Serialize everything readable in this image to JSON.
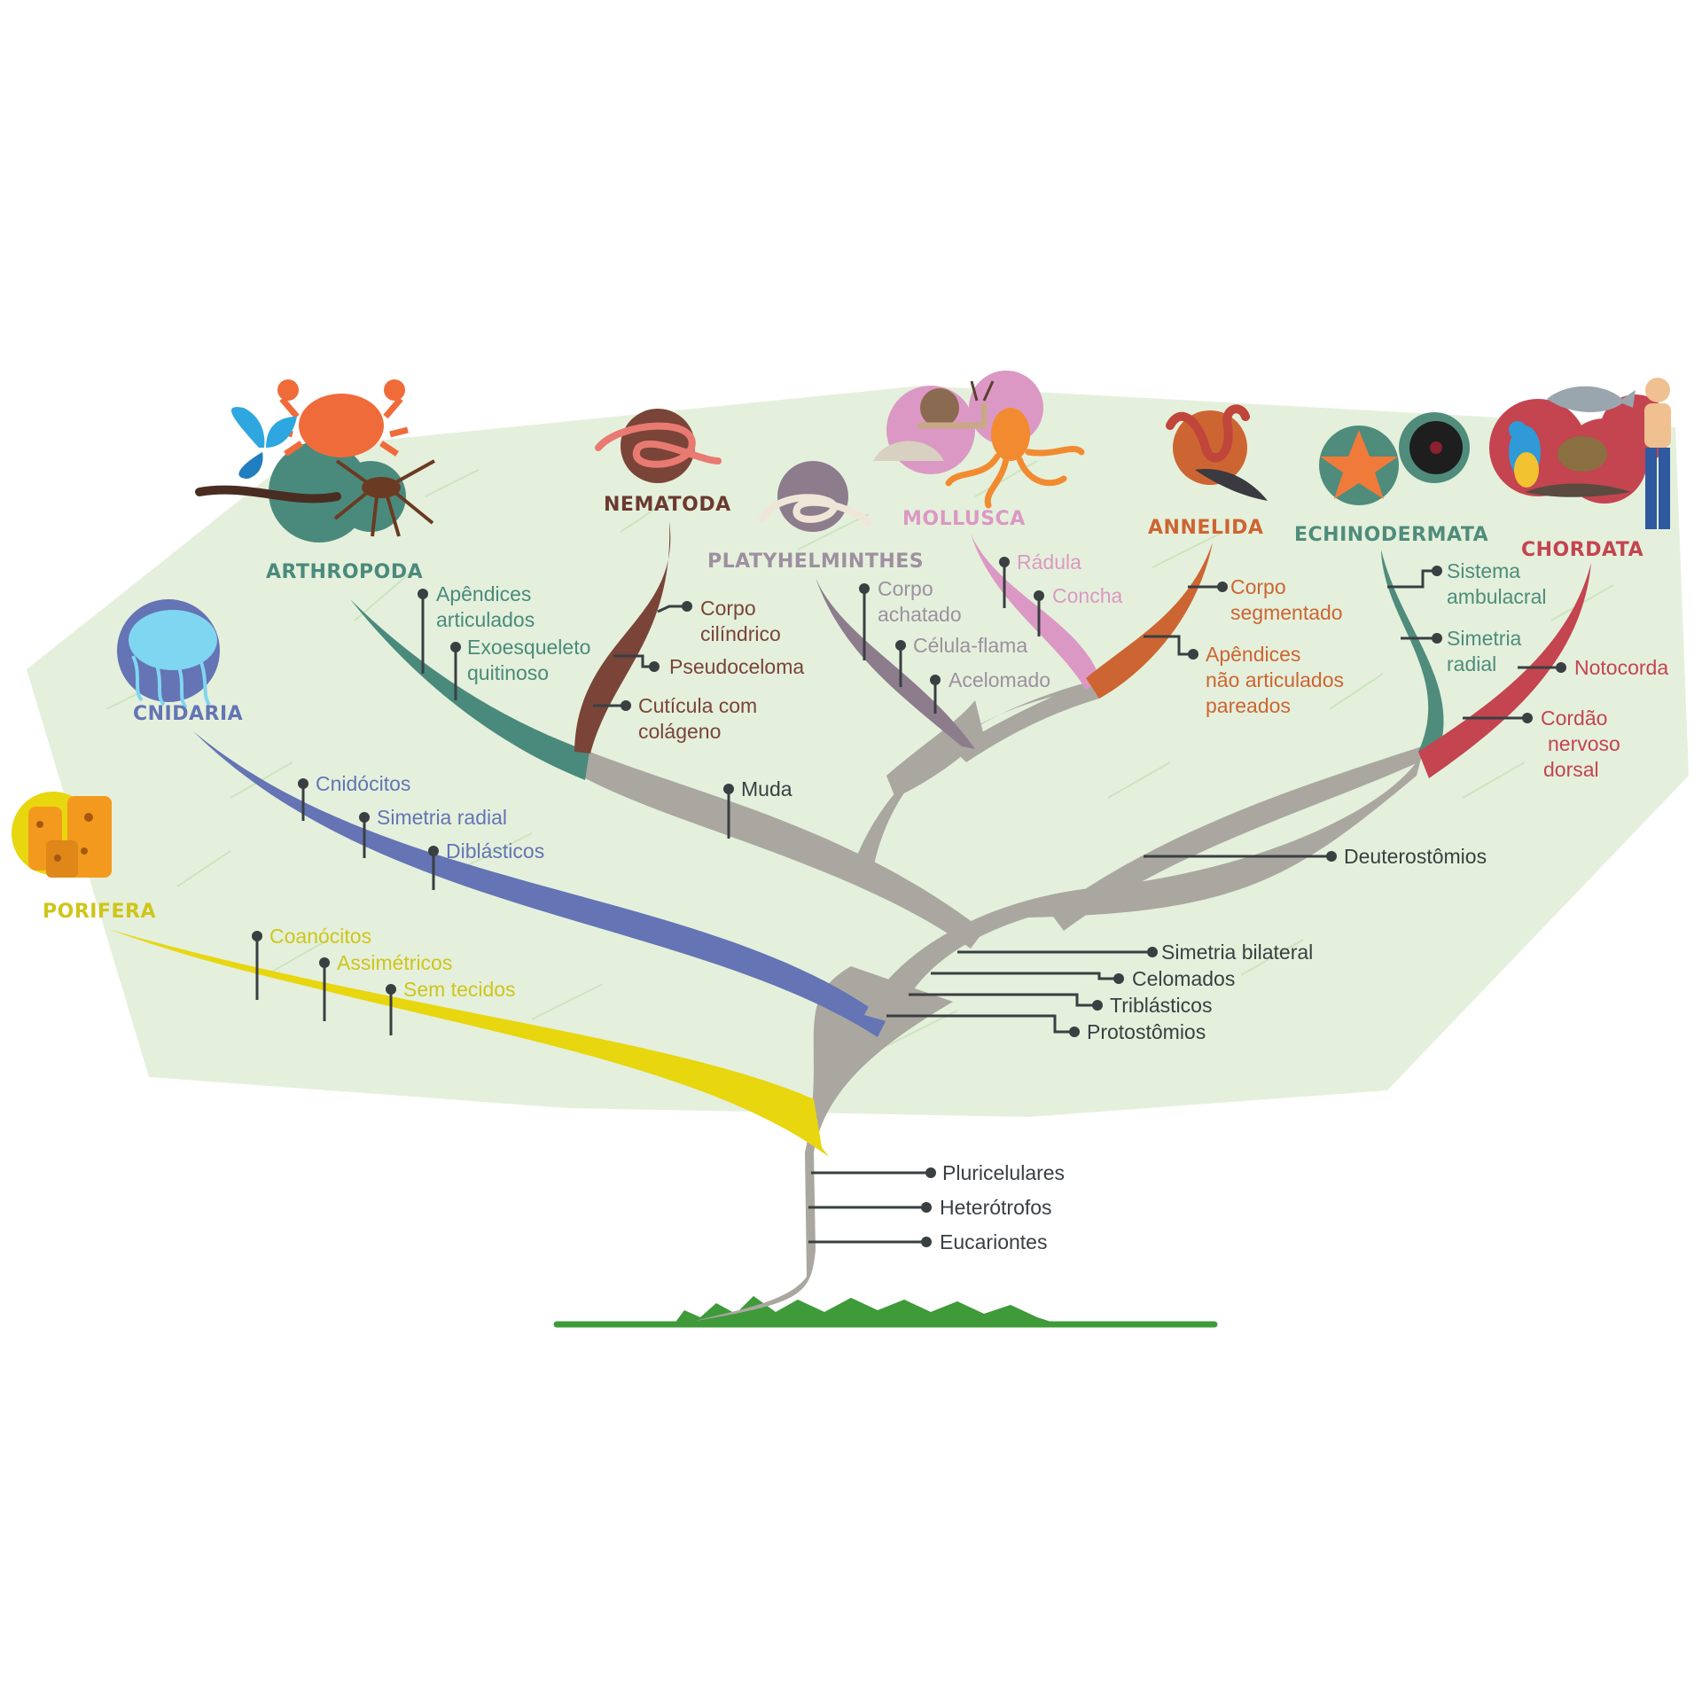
{
  "colors": {
    "trunk": "#aaa7a0",
    "porifera": "#e8d60f",
    "cnidaria": "#6474b4",
    "arthropoda": "#4a8a7c",
    "nematoda": "#7a4438",
    "platyhelminthes": "#8c7c8c",
    "mollusca": "#dc98c4",
    "annelida": "#cd6532",
    "echinodermata": "#4f8c7c",
    "chordata": "#c44450",
    "background_blob": "#e4f0dc",
    "grass": "#3f9a3a"
  },
  "phyla": {
    "porifera": "PORIFERA",
    "cnidaria": "CNIDARIA",
    "arthropoda": "ARTHROPODA",
    "nematoda": "NEMATODA",
    "platyhelminthes": "PLATYHELMINTHES",
    "mollusca": "MOLLUSCA",
    "annelida": "ANNELIDA",
    "echinodermata": "ECHINODERMATA",
    "chordata": "CHORDATA"
  },
  "traits": {
    "trunk": [
      "Pluricelulares",
      "Heterótrofos",
      "Eucariontes"
    ],
    "bilateria": [
      "Simetria bilateral",
      "Celomados",
      "Triblásticos",
      "Protostômios"
    ],
    "deuterostomia": "Deuterostômios",
    "ecdysozoa": "Muda",
    "porifera": [
      "Coanócitos",
      "Assimétricos",
      "Sem tecidos"
    ],
    "cnidaria": [
      "Cnidócitos",
      "Simetria radial",
      "Diblásticos"
    ],
    "arthropoda": {
      "a1": "Apêndices",
      "a2": "articulados",
      "b1": "Exoesqueleto",
      "b2": "quitinoso"
    },
    "nematoda": {
      "a1": "Corpo",
      "a2": "cilíndrico",
      "b": "Pseudoceloma",
      "c1": "Cutícula com",
      "c2": "colágeno"
    },
    "platyhelminthes": {
      "a1": "Corpo",
      "a2": "achatado",
      "b": "Célula-flama",
      "c": "Acelomado"
    },
    "mollusca": [
      "Rádula",
      "Concha"
    ],
    "annelida": {
      "a1": "Corpo",
      "a2": "segmentado",
      "b1": "Apêndices",
      "b2": "não articulados",
      "b3": "pareados"
    },
    "echinodermata": {
      "a1": "Sistema",
      "a2": "ambulacral",
      "b1": "Simetria",
      "b2": "radial"
    },
    "chordata": {
      "a": "Notocorda",
      "b1": "Cordão",
      "b2": "nervoso",
      "b3": "dorsal"
    }
  },
  "icons": [
    "sponge-icon",
    "jellyfish-icon",
    "crab-icon",
    "butterfly-icon",
    "centipede-icon",
    "spider-icon",
    "roundworm-icon",
    "flatworm-icon",
    "snail-icon",
    "octopus-icon",
    "shell-icon",
    "earthworm-icon",
    "leech-icon",
    "starfish-icon",
    "sea-urchin-icon",
    "parrot-icon",
    "toad-icon",
    "fish-icon",
    "lizard-icon",
    "human-icon"
  ]
}
